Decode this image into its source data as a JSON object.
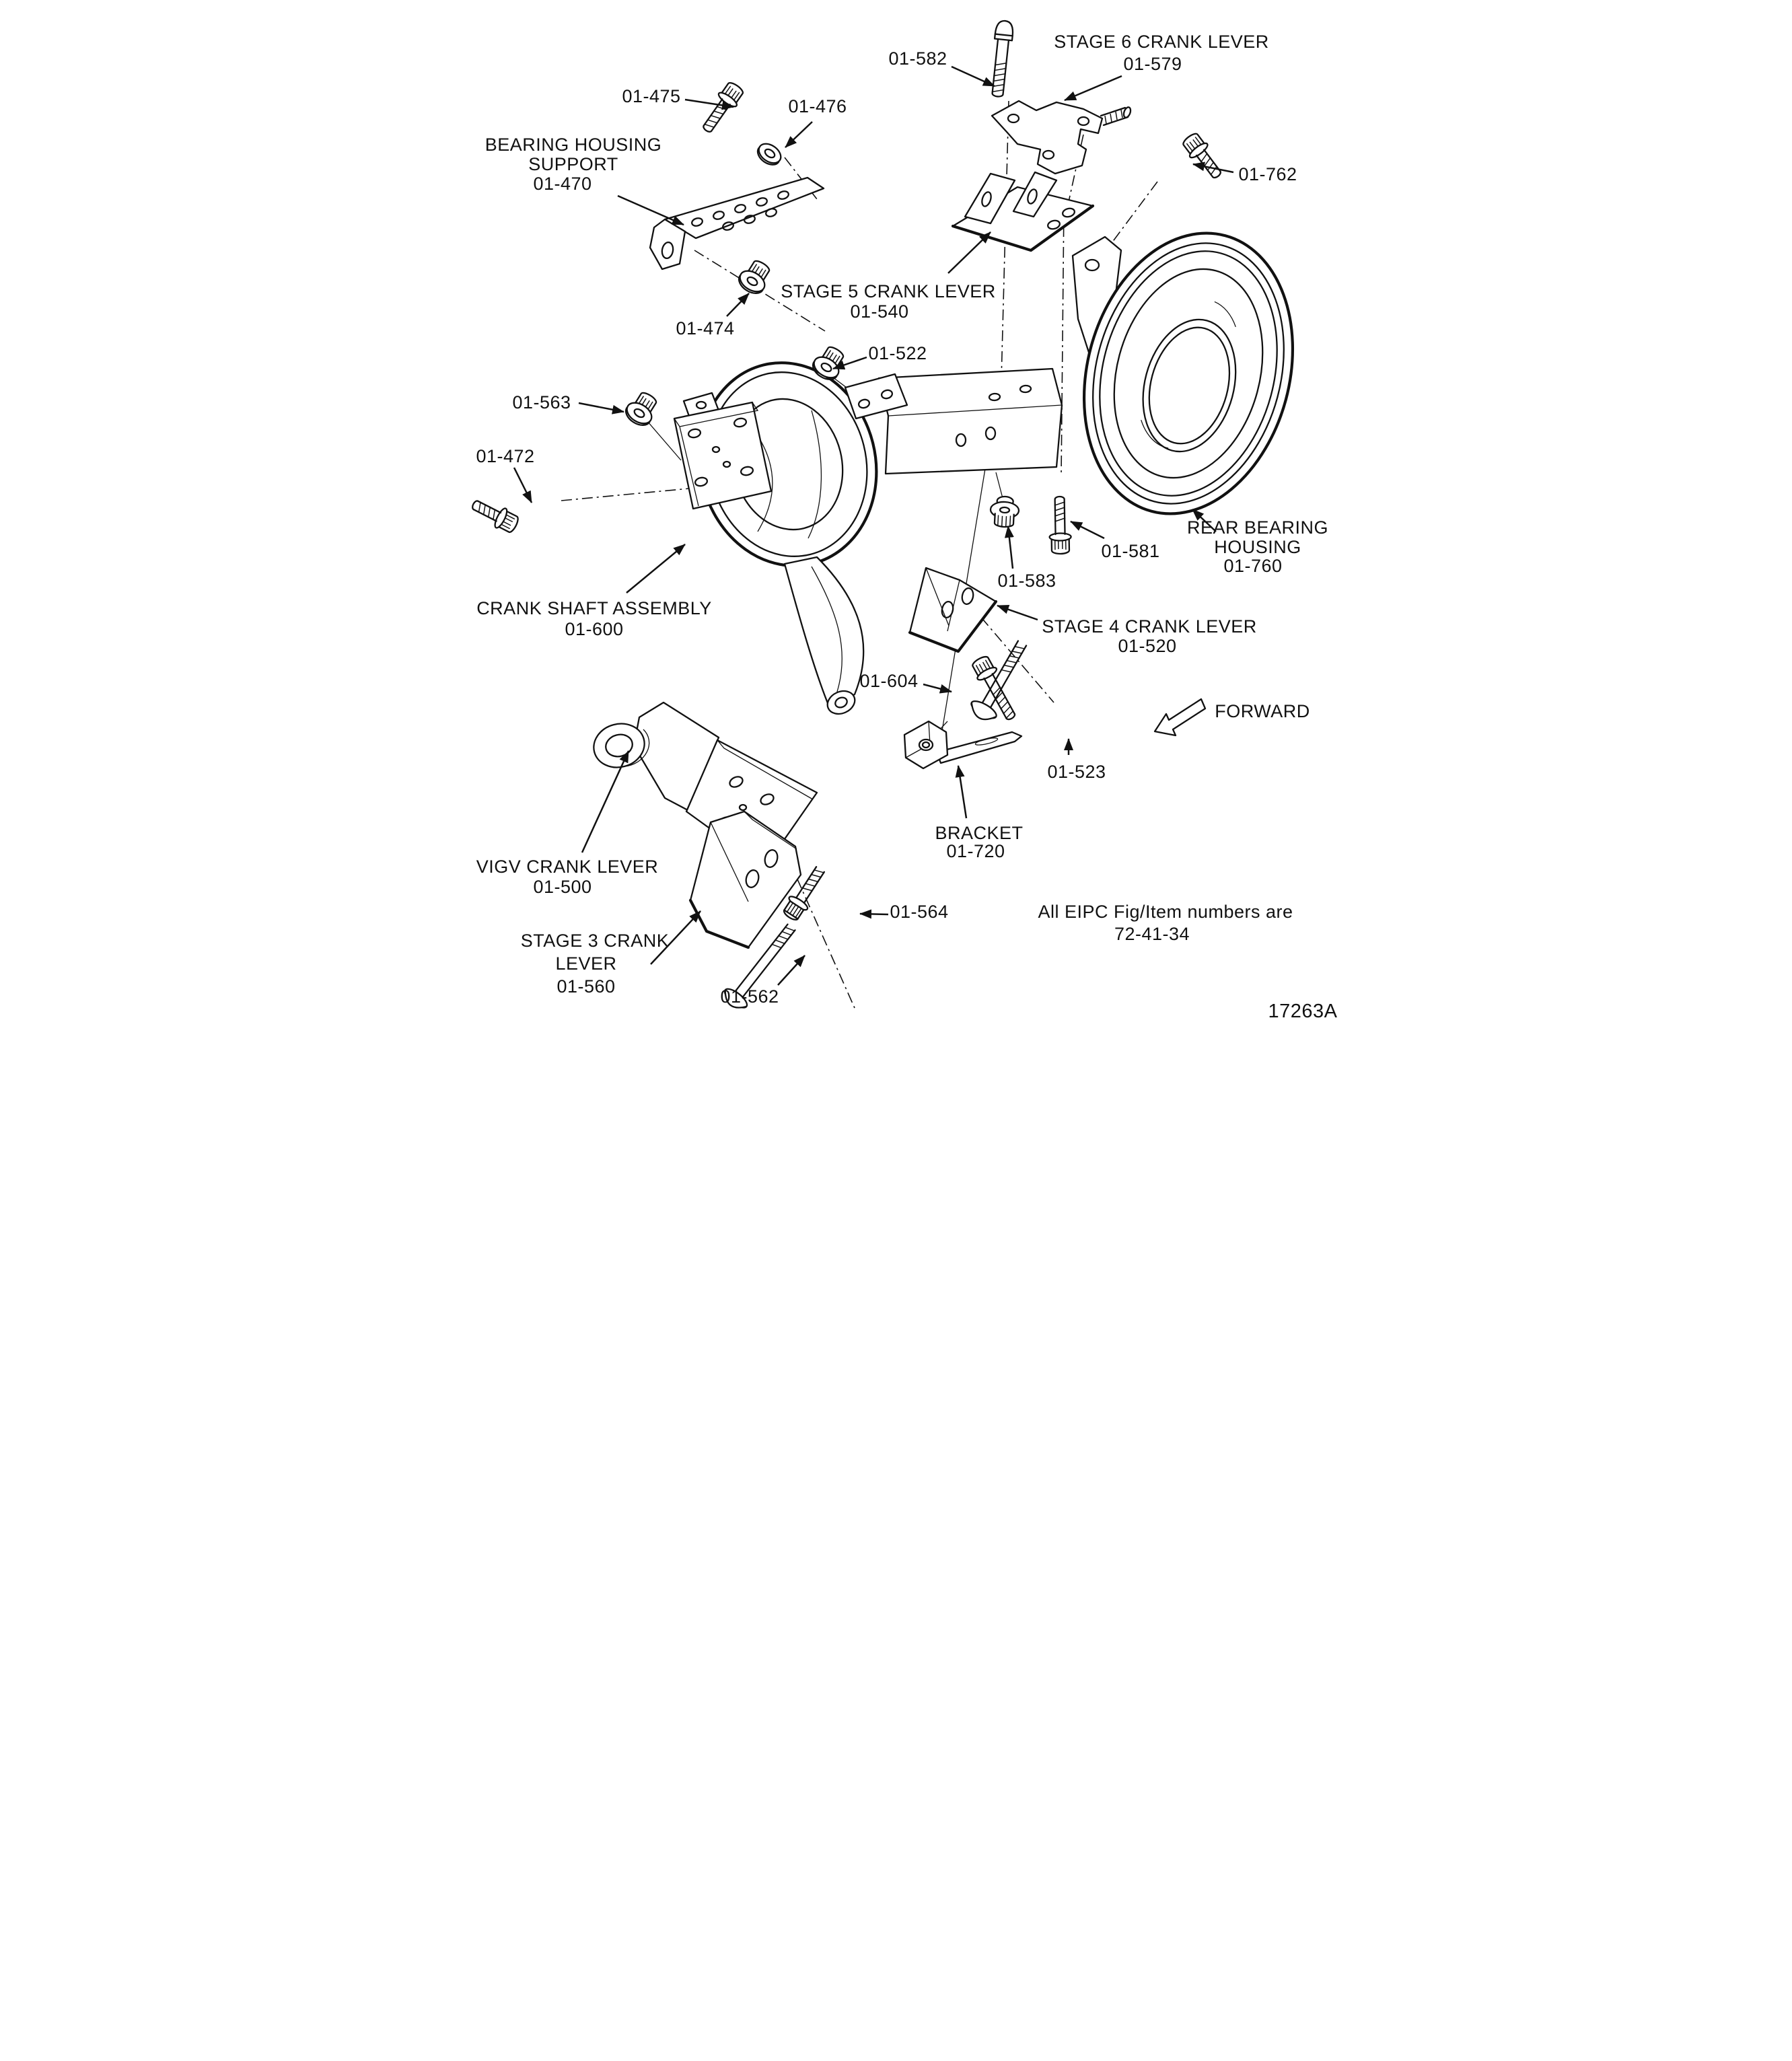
{
  "figure": {
    "id_code": "17263A",
    "note": {
      "line1": "All EIPC Fig/Item numbers are",
      "line2": "72-41-34"
    },
    "forward_label": "FORWARD",
    "ink_color": "#111111",
    "paper_color": "#ffffff"
  },
  "parts": {
    "bearing_housing_support": {
      "label_line1": "BEARING HOUSING",
      "label_line2": "SUPPORT",
      "number": "01-470"
    },
    "bolt_01_475": {
      "number": "01-475"
    },
    "washer_01_476": {
      "number": "01-476"
    },
    "nut_01_474": {
      "number": "01-474"
    },
    "bolt_01_582": {
      "number": "01-582"
    },
    "stage_6_crank_lever": {
      "label_line1": "STAGE 6 CRANK LEVER",
      "number": "01-579"
    },
    "bolt_01_762": {
      "number": "01-762"
    },
    "stage_5_crank_lever": {
      "label_line1": "STAGE 5 CRANK LEVER",
      "number": "01-540"
    },
    "nut_01_522": {
      "number": "01-522"
    },
    "nut_01_563": {
      "number": "01-563"
    },
    "bolt_01_472": {
      "number": "01-472"
    },
    "rear_bearing_housing": {
      "label_line1": "REAR BEARING",
      "label_line2": "HOUSING",
      "number": "01-760"
    },
    "bolt_01_581": {
      "number": "01-581"
    },
    "nut_01_583": {
      "number": "01-583"
    },
    "crank_shaft_assembly": {
      "label_line1": "CRANK SHAFT ASSEMBLY",
      "number": "01-600"
    },
    "stage_4_crank_lever": {
      "label_line1": "STAGE 4 CRANK LEVER",
      "number": "01-520"
    },
    "bolt_01_604": {
      "number": "01-604"
    },
    "bolt_01_523": {
      "number": "01-523"
    },
    "bracket": {
      "label_line1": "BRACKET",
      "number": "01-720"
    },
    "vigv_crank_lever": {
      "label_line1": "VIGV CRANK LEVER",
      "number": "01-500"
    },
    "stage_3_crank_lever": {
      "label_line1": "STAGE 3 CRANK",
      "label_line2": "LEVER",
      "number": "01-560"
    },
    "bolt_01_562": {
      "number": "01-562"
    },
    "bolt_01_564": {
      "number": "01-564"
    }
  }
}
